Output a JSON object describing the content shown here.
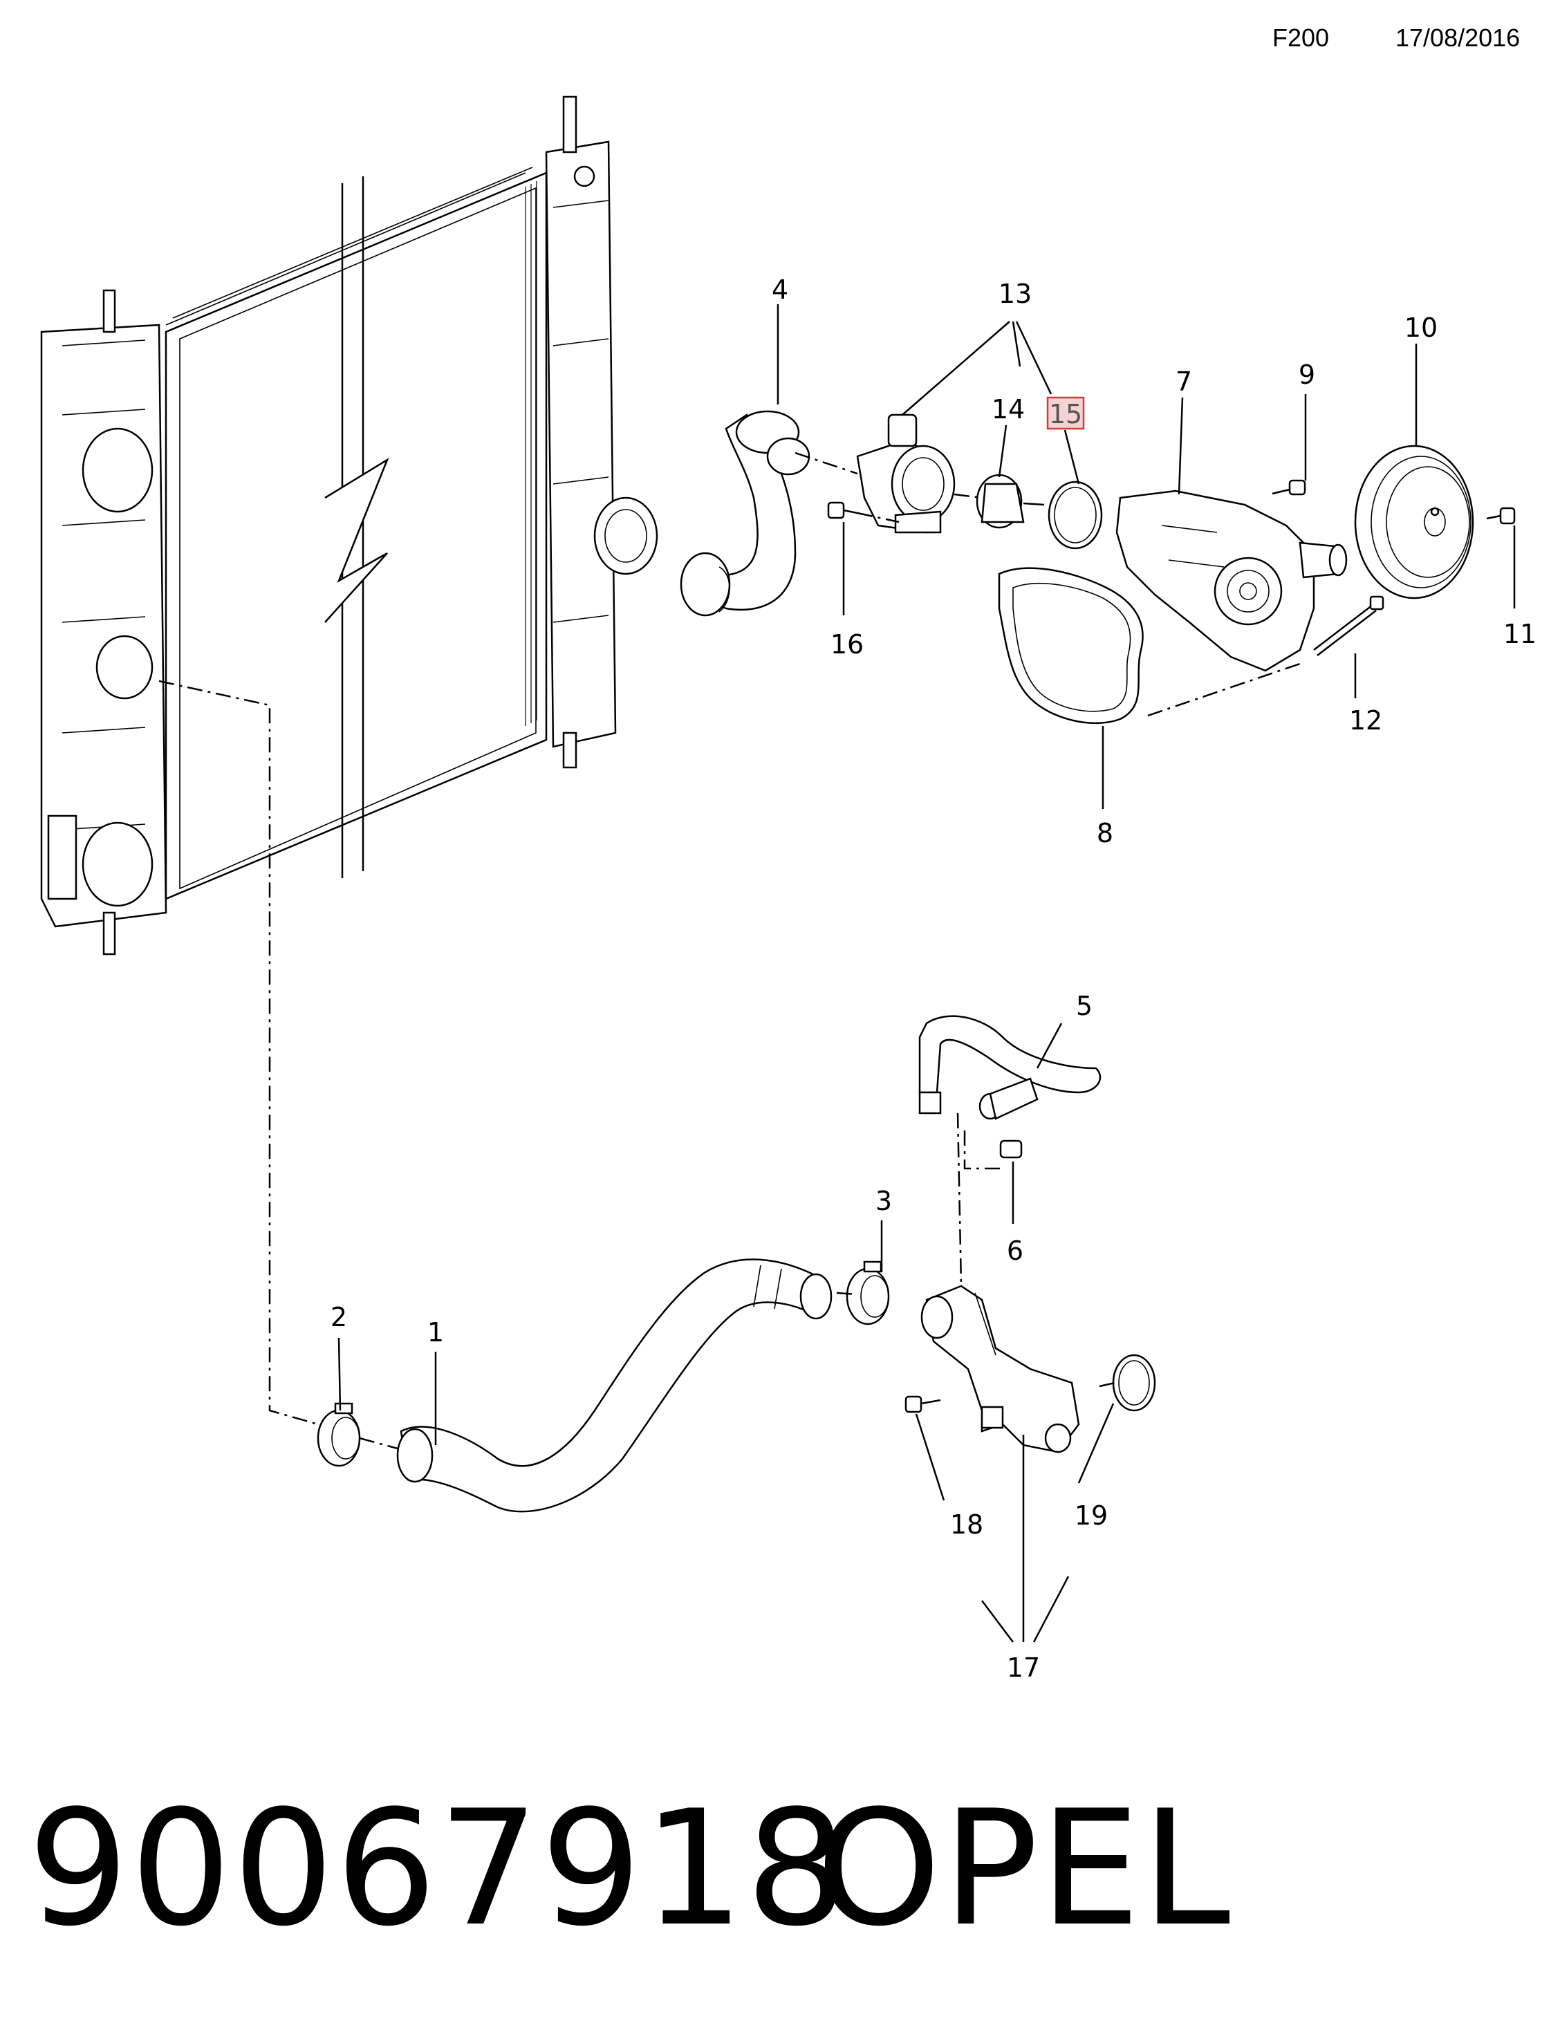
{
  "header": {
    "code": "F200",
    "date": "17/08/2016"
  },
  "callouts": [
    "1",
    "2",
    "3",
    "4",
    "5",
    "6",
    "7",
    "8",
    "9",
    "10",
    "11",
    "12",
    "13",
    "14",
    "15",
    "16",
    "17",
    "18",
    "19"
  ],
  "highlighted_callout": "15",
  "footer": {
    "part_number": "90067918",
    "brand": "OPEL"
  },
  "colors": {
    "highlight_fill": "#f6d3d3",
    "highlight_border": "#d53a3a"
  }
}
